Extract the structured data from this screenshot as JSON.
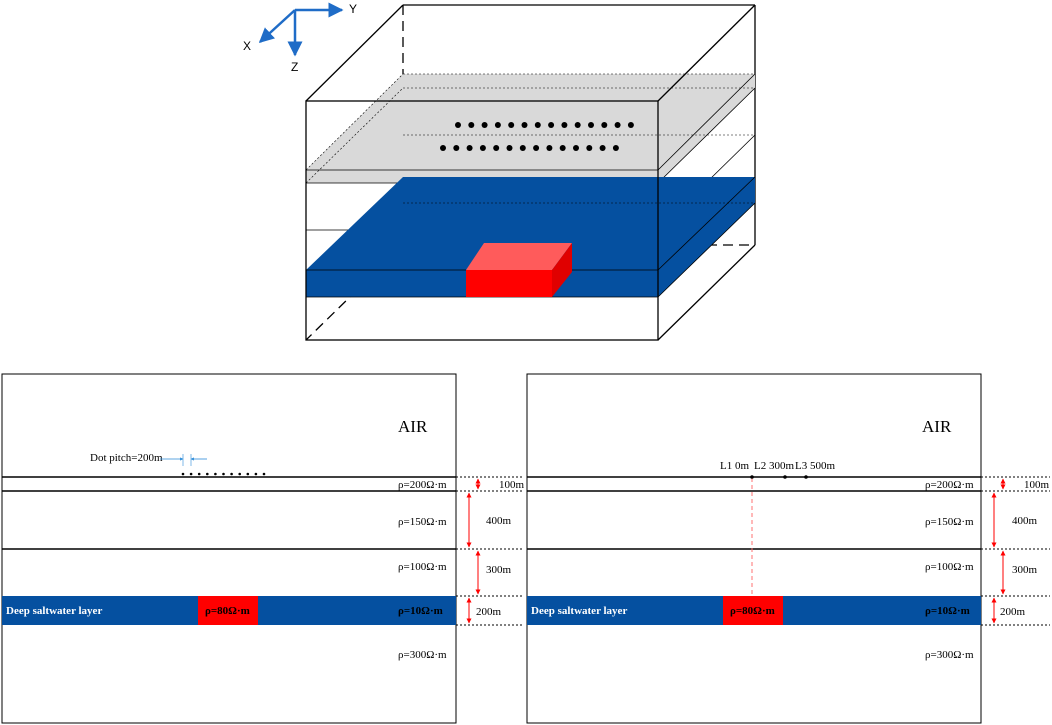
{
  "axes": {
    "x": "X",
    "y": "Y",
    "z": "Z"
  },
  "panel_left": {
    "air": "AIR",
    "dot_pitch": "Dot pitch=200m",
    "layers": {
      "l1": "ρ=200Ω·m",
      "l2": "ρ=150Ω·m",
      "l3": "ρ=100Ω·m",
      "saltwater_name": "Deep saltwater layer",
      "anomaly": "ρ=80Ω·m",
      "saltwater_rho": "ρ=10Ω·m",
      "l5": "ρ=300Ω·m"
    },
    "thickness": {
      "t1": "100m",
      "t2": "400m",
      "t3": "300m",
      "t4": "200m"
    }
  },
  "panel_right": {
    "air": "AIR",
    "lines": {
      "l1": "L1 0m",
      "l2": "L2 300m",
      "l3": "L3 500m"
    },
    "layers": {
      "l1": "ρ=200Ω·m",
      "l2": "ρ=150Ω·m",
      "l3": "ρ=100Ω·m",
      "saltwater_name": "Deep saltwater layer",
      "anomaly": "ρ=80Ω·m",
      "saltwater_rho": "ρ=10Ω·m",
      "l5": "ρ=300Ω·m"
    },
    "thickness": {
      "t1": "100m",
      "t2": "400m",
      "t3": "300m",
      "t4": "200m"
    }
  },
  "colors": {
    "saltwater": "#0550a0",
    "anomaly": "#ff0000",
    "anomaly_top": "#ff5b5b",
    "anomaly_side": "#e00000",
    "surface_layer": "#d9d9d9",
    "axis_arrow": "#1f6cc7",
    "dim_arrow": "#ff0000",
    "dot_pitch_arrow": "#2a8ad8"
  }
}
